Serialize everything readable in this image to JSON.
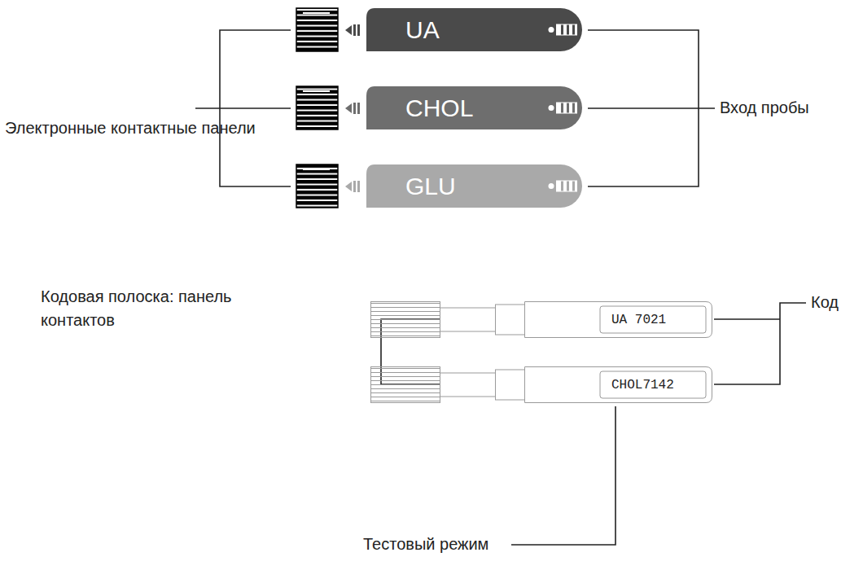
{
  "diagram": {
    "nodes": [
      {
        "text": [
          "UA"
        ]
      },
      {
        "text": [
          "CHOL"
        ]
      },
      {
        "text": [
          "GLU"
        ]
      },
      {
        "text": [
          "UA 7021"
        ]
      },
      {
        "text": [
          "CHOL7142"
        ]
      }
    ],
    "labels": [
      "Электронные контактные панели",
      "Вход пробы",
      "Кодовая полоска: панель контактов",
      "Код",
      "Тестовый режим"
    ]
  }
}
